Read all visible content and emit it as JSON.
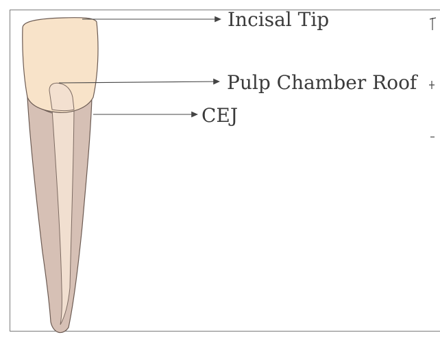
{
  "labels": {
    "incisal_tip": "Incisal Tip",
    "pulp_chamber_roof": "Pulp Chamber Roof",
    "cej": "CEJ"
  },
  "colors": {
    "crown": "#f8e3c9",
    "root": "#d6c0b5",
    "root_canal": "#f1dfd0",
    "outline": "#6b5a52",
    "arrow": "#444444"
  }
}
